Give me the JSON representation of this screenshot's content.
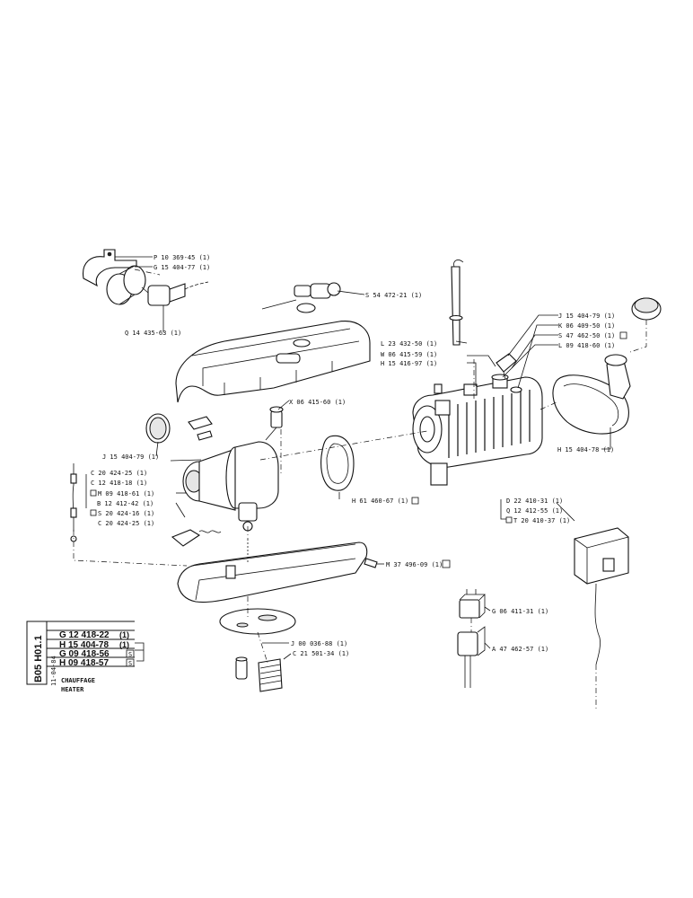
{
  "title_block": {
    "sheet_code": "B05 H01.1",
    "date": "11-04-84",
    "title_fr": "CHAUFFAGE",
    "title_en": "HEATER",
    "refs": [
      {
        "ref": "G 12 418-22",
        "qty": "(1)"
      },
      {
        "ref": "H 15 404-78",
        "qty": "(1)"
      },
      {
        "ref": "G 09 418-56",
        "qty": "S"
      },
      {
        "ref": "H 09 418-57",
        "qty": "S"
      }
    ]
  },
  "callouts": {
    "p10369_45": "P 10 369-45 (1)",
    "g15404_77": "G 15 404-77 (1)",
    "q14435_63": "Q 14 435-63 (1)",
    "s54472_21": "S 54 472-21 (1)",
    "l23432_50": "L 23 432-50 (1)",
    "w06415_59": "W 06 415-59 (1)",
    "h15416_97": "H 15 416-97 (1)",
    "j15404_79a": "J 15 404-79 (1)",
    "k06409_50": "K 06 409-50 (1)",
    "s47462_50": "S 47 462-50 (1)",
    "l09418_60": "L 09 418-60 (1)",
    "x06415_60": "X 06 415-60 (1)",
    "j15404_79b": "J 15 404-79 (1)",
    "h15404_78": "H 15 404-78 (1)",
    "h61460_67": "H 61 460-67 (1)",
    "c20424_25a": "C 20 424-25 (1)",
    "c12418_18": "C 12 418-18 (1)",
    "m09418_61": "M 09 418-61 (1)",
    "b12412_42": "B 12 412-42 (1)",
    "s20424_16": "S 20 424-16 (1)",
    "c20424_25b": "C 20 424-25 (1)",
    "d22410_31": "D 22 410-31 (1)",
    "q12412_55": "Q 12 412-55 (1)",
    "t20410_37": "T 20 410-37 (1)",
    "m37496_09": "M 37 496-09 (1)",
    "g06411_31": "G 06 411-31 (1)",
    "a47462_57": "A 47 462-57 (1)",
    "j00036_88": "J 00 036-88 (1)",
    "c21501_34": "C 21 501-34 (1)"
  }
}
